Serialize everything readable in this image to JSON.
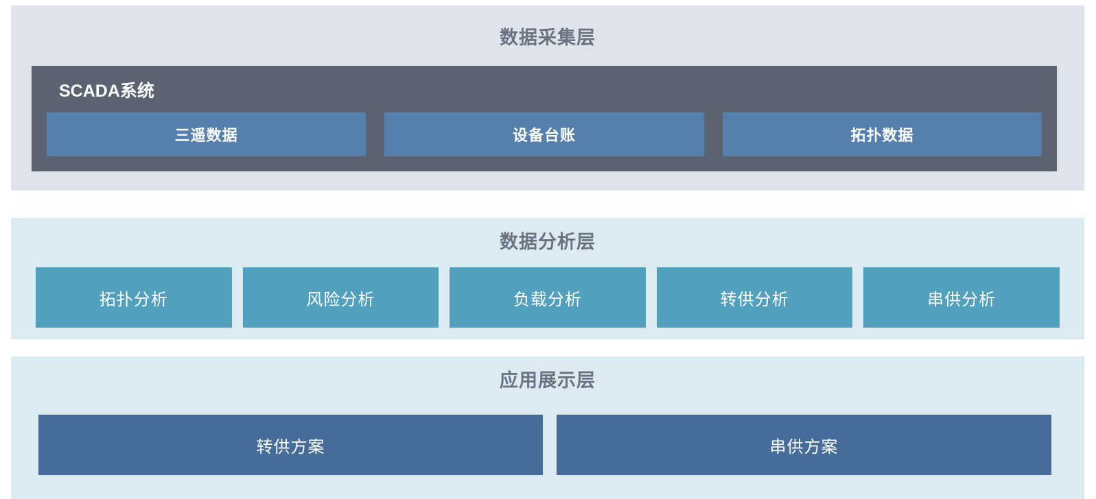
{
  "diagram": {
    "type": "layered-architecture",
    "layers": [
      {
        "id": "collection",
        "title": "数据采集层",
        "panel_color": "#dfe3ec",
        "title_color": "#6b7280",
        "group": {
          "label": "SCADA系统",
          "color": "#5b6270",
          "label_color": "#ffffff",
          "items": [
            {
              "label": "三遥数据",
              "color": "#5580ae"
            },
            {
              "label": "设备台账",
              "color": "#5580ae"
            },
            {
              "label": "拓扑数据",
              "color": "#5580ae"
            }
          ]
        }
      },
      {
        "id": "analysis",
        "title": "数据分析层",
        "panel_color": "#dcebf1",
        "title_color": "#6b7280",
        "items": [
          {
            "label": "拓扑分析",
            "color": "#51a0bd"
          },
          {
            "label": "风险分析",
            "color": "#51a0bd"
          },
          {
            "label": "负载分析",
            "color": "#51a0bd"
          },
          {
            "label": "转供分析",
            "color": "#51a0bd"
          },
          {
            "label": "串供分析",
            "color": "#51a0bd"
          }
        ]
      },
      {
        "id": "application",
        "title": "应用展示层",
        "panel_color": "#dcebf1",
        "title_color": "#6b7280",
        "items": [
          {
            "label": "转供方案",
            "color": "#466c99"
          },
          {
            "label": "串供方案",
            "color": "#466c99"
          }
        ]
      }
    ]
  }
}
